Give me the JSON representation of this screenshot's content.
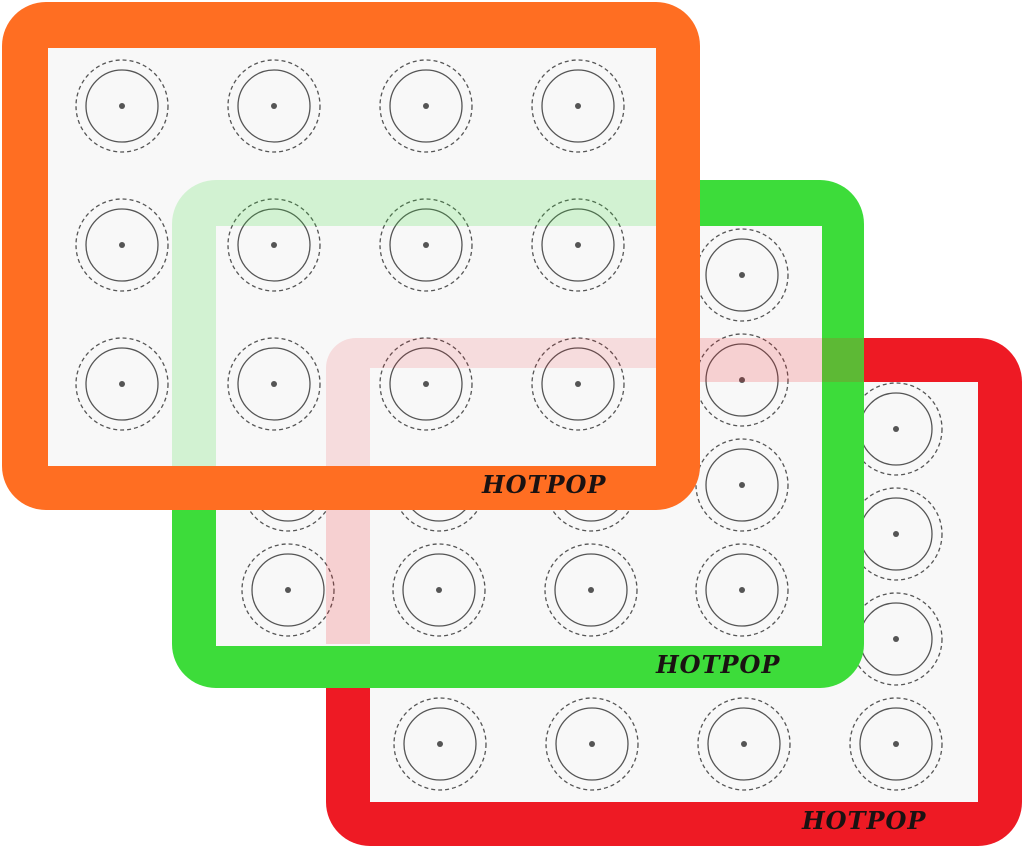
{
  "scene": {
    "description": "Three silicone macaron baking mats overlapping",
    "background": "#ffffff"
  },
  "mats": [
    {
      "id": "red",
      "color": "#ee1a24",
      "brand": "HOTPOP",
      "rows": 4,
      "cols": 4
    },
    {
      "id": "green",
      "color": "#3ddc3a",
      "brand": "HOTPOP",
      "rows": 4,
      "cols": 4
    },
    {
      "id": "orange",
      "color": "#ff6e22",
      "brand": "HOTPOP",
      "rows": 3,
      "cols": 4
    }
  ],
  "circle_guide": {
    "outer_ring": "dashed",
    "inner_ring": "solid",
    "center": "dot",
    "stroke": "#555555"
  }
}
